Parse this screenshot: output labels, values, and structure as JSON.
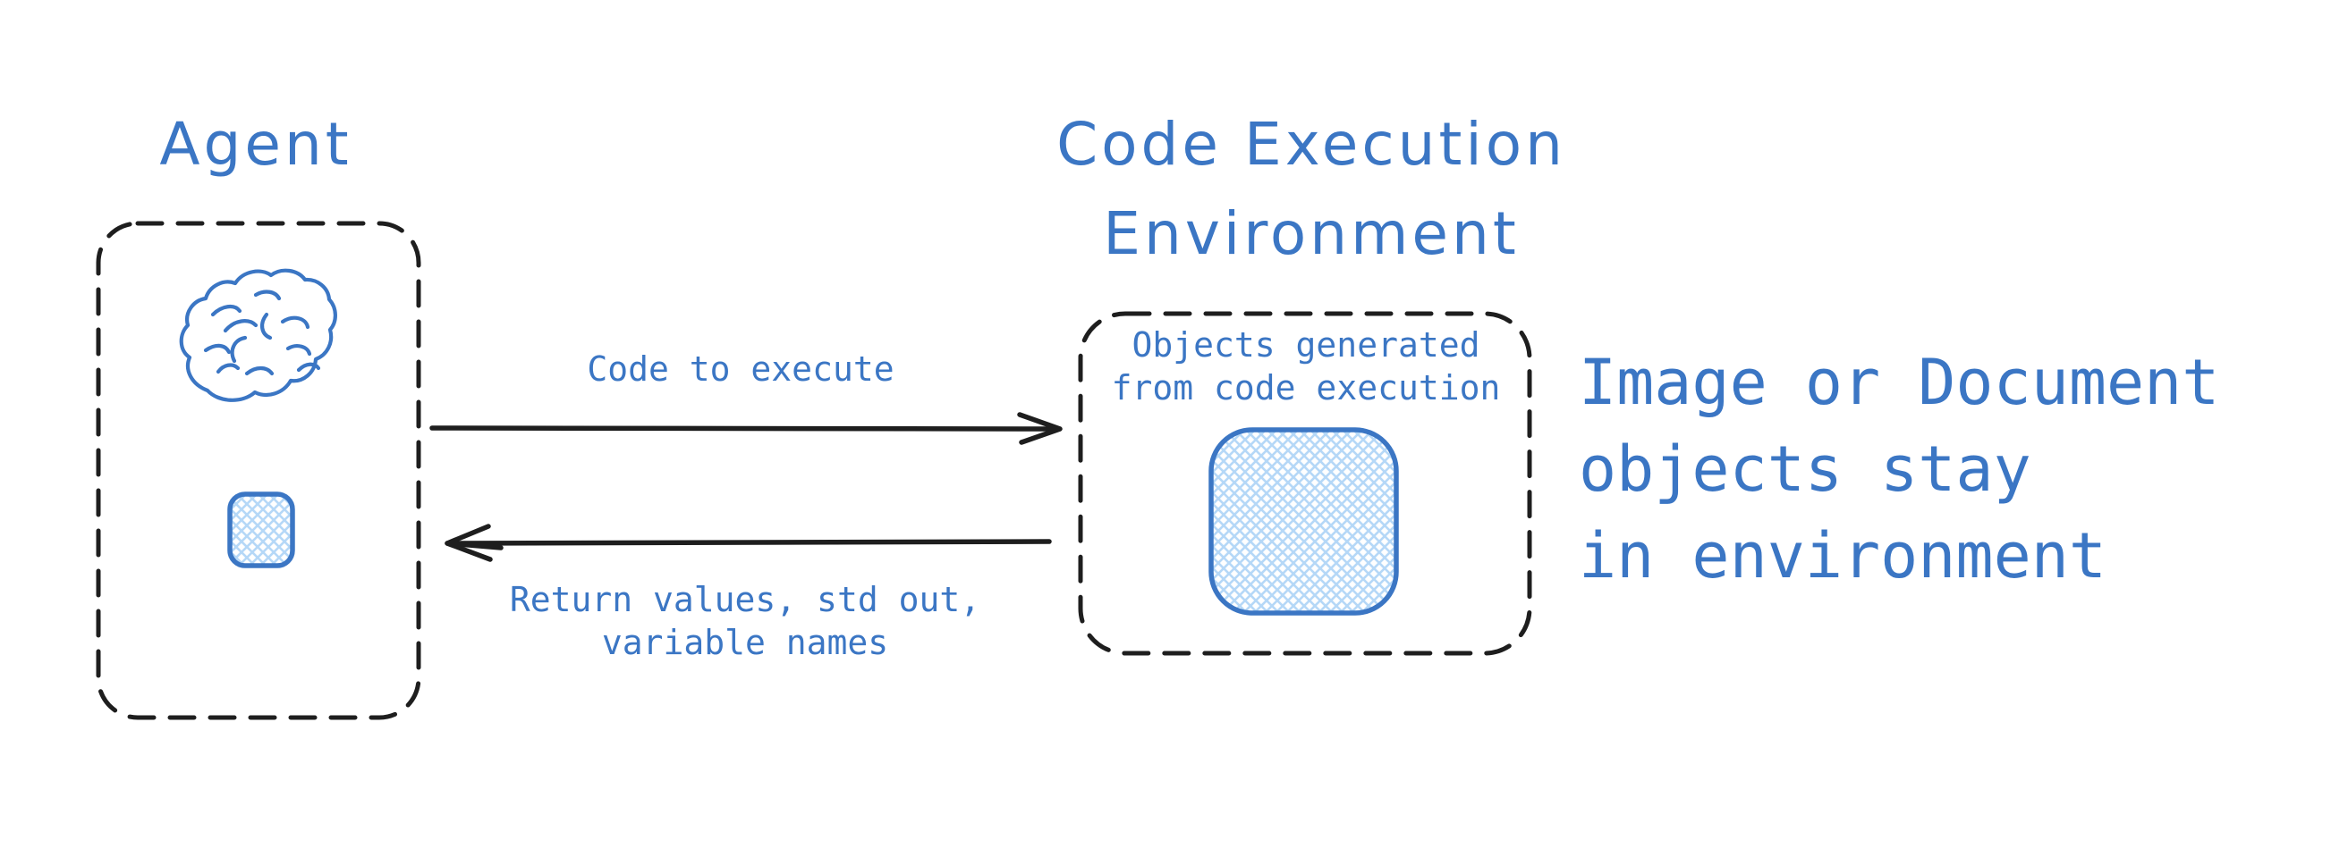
{
  "colors": {
    "ink": "#1e1e1e",
    "accent_blue": "#3b76c4",
    "hatch_blue": "#b5d8f7",
    "background": "#ffffff"
  },
  "agent": {
    "title": "Agent",
    "icons": [
      "brain-icon",
      "crosshatched-object-icon"
    ]
  },
  "environment": {
    "title_line1": "Code Execution",
    "title_line2": "Environment",
    "box_label_line1": "Objects generated",
    "box_label_line2": "from code execution",
    "icons": [
      "crosshatched-object-icon"
    ]
  },
  "flows": {
    "to_environment": {
      "label": "Code to execute",
      "direction": "agent-to-environment"
    },
    "to_agent": {
      "label_line1": "Return values, std out,",
      "label_line2": "variable names",
      "direction": "environment-to-agent"
    }
  },
  "side_note": {
    "line1": "Image or Document",
    "line2": "objects stay",
    "line3": "in environment"
  }
}
